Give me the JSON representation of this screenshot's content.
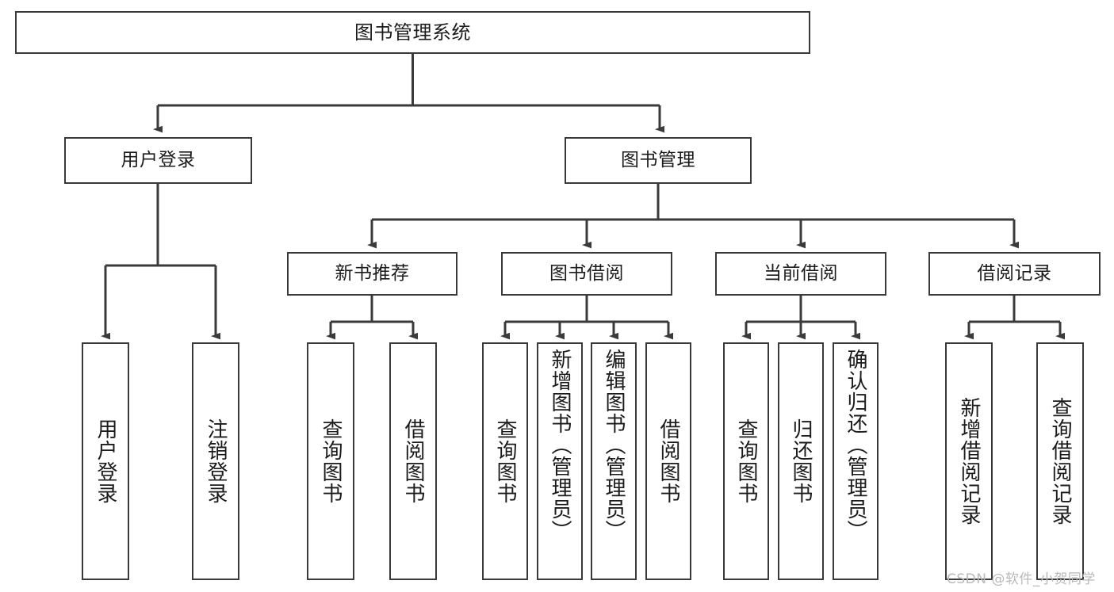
{
  "diagram": {
    "title_node": {
      "label": "图书管理系统"
    },
    "level2": [
      {
        "id": "user-login",
        "label": "用户登录"
      },
      {
        "id": "book-manage",
        "label": "图书管理"
      }
    ],
    "level3": [
      {
        "id": "new-book-recommend",
        "label": "新书推荐"
      },
      {
        "id": "book-borrow",
        "label": "图书借阅"
      },
      {
        "id": "current-borrow",
        "label": "当前借阅"
      },
      {
        "id": "borrow-record",
        "label": "借阅记录"
      }
    ],
    "leaves": [
      {
        "id": "leaf-user-login",
        "label": "用户登录"
      },
      {
        "id": "leaf-logout-login",
        "label": "注销登录"
      },
      {
        "id": "leaf-query-book-1",
        "label": "查询图书"
      },
      {
        "id": "leaf-borrow-book-1",
        "label": "借阅图书"
      },
      {
        "id": "leaf-query-book-2",
        "label": "查询图书"
      },
      {
        "id": "leaf-add-book",
        "label": "新增图书（管理员）"
      },
      {
        "id": "leaf-edit-book",
        "label": "编辑图书（管理员）"
      },
      {
        "id": "leaf-borrow-book-2",
        "label": "借阅图书"
      },
      {
        "id": "leaf-query-book-3",
        "label": "查询图书"
      },
      {
        "id": "leaf-return-book",
        "label": "归还图书"
      },
      {
        "id": "leaf-confirm-return",
        "label": "确认归还（管理员）"
      },
      {
        "id": "leaf-add-record",
        "label": "新增借阅记录"
      },
      {
        "id": "leaf-query-record",
        "label": "查询借阅记录"
      }
    ],
    "colors": {
      "stroke": "#3a3a3a",
      "fill": "#ffffff",
      "text": "#1b1b1b",
      "watermark": "#b9b9b9"
    }
  },
  "watermark": {
    "text": "CSDN @软件_小贺同学"
  }
}
